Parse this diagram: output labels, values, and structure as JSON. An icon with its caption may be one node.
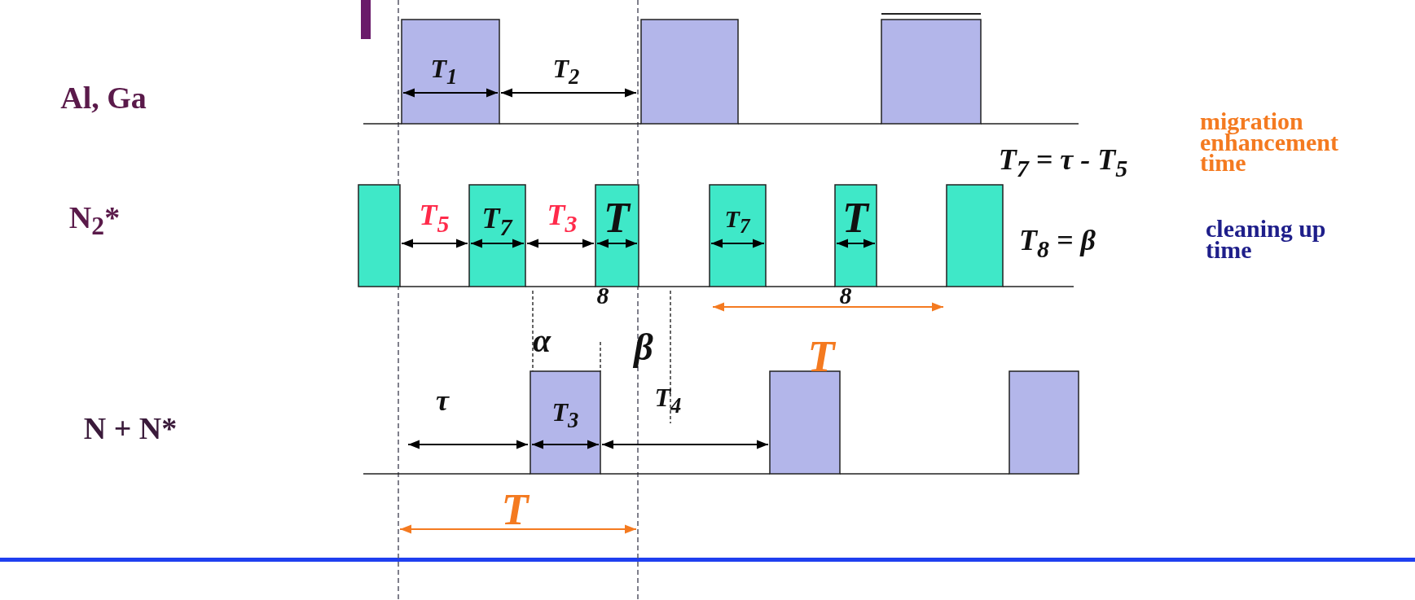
{
  "diagram": {
    "labels": [
      "Al, Ga",
      "T$_{1}$",
      "T$_{2}$",
      "migration enhancement time",
      "T$_{7}$ = τ - T$_{5}$",
      "N$_{2}$*",
      "T$_{5}$",
      "T$_{7}$",
      "T$_{3}$",
      "T",
      "T$_{7}$",
      "T",
      "T$_{8}$ = β",
      "cleaning up time",
      "8",
      "8",
      "T",
      "α",
      "β",
      "N + N*",
      "τ",
      "T$_{3}$",
      "T$_{4}$",
      "T"
    ]
  }
}
